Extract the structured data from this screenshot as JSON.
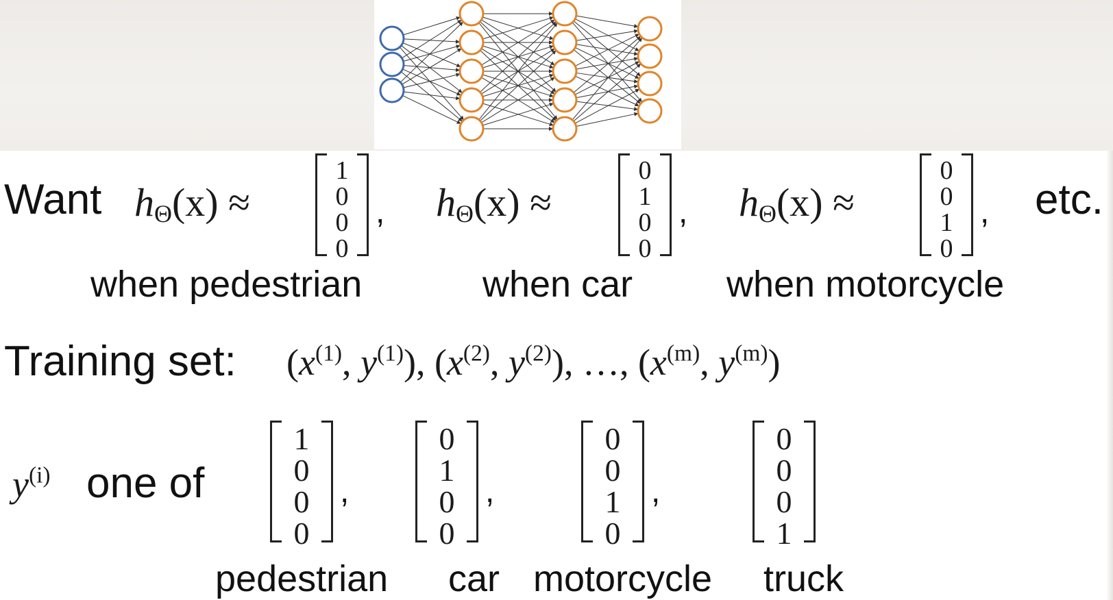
{
  "figure": {
    "nn_layers": [
      3,
      5,
      5,
      4
    ],
    "colors": {
      "input": "#3f6aa8",
      "hidden": "#e0842a",
      "output": "#e0842a",
      "edge": "#333333"
    }
  },
  "want": {
    "word": "Want",
    "h_base": "h",
    "h_sub": "Θ",
    "h_arg": "(x)",
    "approx": "≈",
    "vectors": [
      [
        "1",
        "0",
        "0",
        "0"
      ],
      [
        "0",
        "1",
        "0",
        "0"
      ],
      [
        "0",
        "0",
        "1",
        "0"
      ]
    ],
    "etc": "etc.",
    "captions": [
      "when pedestrian",
      "when car",
      "when motorcycle"
    ]
  },
  "training": {
    "label": "Training set:",
    "open": "(",
    "close": ")",
    "sep": ", ",
    "x": "x",
    "y": "y",
    "sup1": "(1)",
    "sup2": "(2)",
    "supm": "(m)",
    "ellipsis": "…"
  },
  "yi": {
    "y": "y",
    "sup": "(i)",
    "text": "one of",
    "vectors": [
      [
        "1",
        "0",
        "0",
        "0"
      ],
      [
        "0",
        "1",
        "0",
        "0"
      ],
      [
        "0",
        "0",
        "1",
        "0"
      ],
      [
        "0",
        "0",
        "0",
        "1"
      ]
    ],
    "labels": [
      "pedestrian",
      "car",
      "motorcycle",
      "truck"
    ]
  }
}
